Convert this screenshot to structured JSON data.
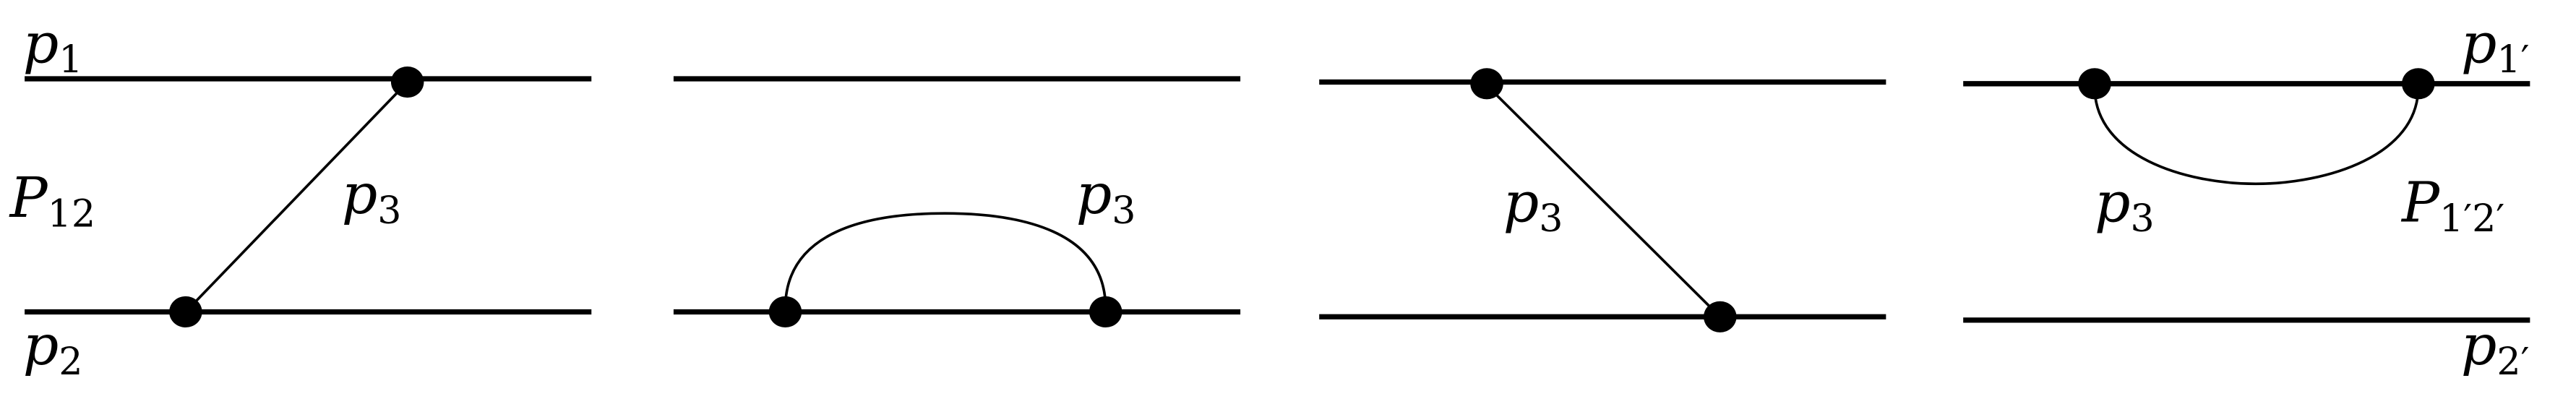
{
  "diagrams": [
    {
      "labels": [
        {
          "base": "p",
          "sub": "1"
        },
        {
          "base": "P",
          "sub": "12"
        },
        {
          "base": "p",
          "sub": "3"
        },
        {
          "base": "p",
          "sub": "2"
        }
      ]
    },
    {
      "labels": [
        {
          "base": "p",
          "sub": "3"
        }
      ]
    },
    {
      "labels": [
        {
          "base": "p",
          "sub": "3"
        }
      ]
    },
    {
      "labels": [
        {
          "base": "p",
          "sub": "1′"
        },
        {
          "base": "p",
          "sub": "3"
        },
        {
          "base": "P",
          "sub": "1′2′"
        },
        {
          "base": "p",
          "sub": "2′"
        }
      ]
    }
  ],
  "colors": {
    "ink": "#000000",
    "background": "#ffffff"
  }
}
